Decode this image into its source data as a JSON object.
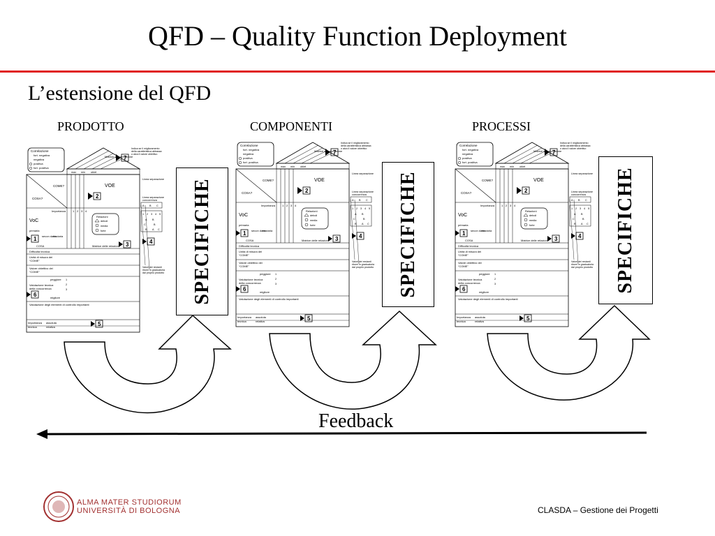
{
  "slide": {
    "title": "QFD – Quality Function Deployment",
    "subtitle": "L’estensione del QFD",
    "columns": [
      "PRODOTTO",
      "COMPONENTI",
      "PROCESSI"
    ],
    "spec_label": "SPECIFICHE",
    "feedback_label": "Feedback",
    "footer_right": "CLASDA – Gestione dei Progetti",
    "logo_line1": "ALMA MATER STUDIORUM",
    "logo_line2": "UNIVERSITÀ DI BOLOGNA"
  },
  "colors": {
    "accent_rule": "#e0201f",
    "logo": "#a23030",
    "ink": "#000000"
  },
  "qfd_form": {
    "correlation_title": "Correlazione",
    "correlation_legend": [
      "fort. negativa",
      "negativa",
      "positiva",
      "fort. positiva"
    ],
    "matrix_label": "Matrice di correlazione",
    "note_top": [
      "Indica se il miglioramento",
      "della caratteristica abbassa",
      "o alza il valore obiettivo"
    ],
    "max_min_obiet": [
      "max",
      "min",
      "obiet"
    ],
    "come": "COME?",
    "voe": "VOE",
    "cosa": "COSA?",
    "importanza": "Importanza",
    "imp_values": [
      "1",
      "2",
      "3",
      "4"
    ],
    "voc": "VoC",
    "primaria": "primaria",
    "secondaria": "secon daria",
    "terziaria": "terziaria",
    "cosa_label": "COSA",
    "relazioni_title": "Relazioni",
    "relazioni": [
      "deboli",
      "media",
      "forte"
    ],
    "linea_separazione": [
      "Linea separazione",
      "concorrenza"
    ],
    "scale_values": [
      "1",
      "2",
      "3",
      "4",
      "5"
    ],
    "abc": [
      "A",
      "B",
      "C"
    ],
    "matrice_relazioni": "Matrice delle relazioni",
    "difficolta": "Difficoltà tecnica",
    "unita_misura": [
      "Unità di misura dei",
      "“COME”"
    ],
    "valore_obiettivo": [
      "Valore obiettivo dei",
      "“COME”"
    ],
    "peggiore": "peggiore",
    "migliore": "migliore",
    "valutazione": [
      "Valutazione tecnica",
      "della concorrenza"
    ],
    "valutazione_elementi": "Valutazione degli elementi di controllo importanti",
    "importanza_tecnica": [
      "Importanza",
      "tecnica"
    ],
    "assoluta": [
      "assoluta",
      "relativa"
    ],
    "valori_note": [
      "Valori dei restanti",
      "ritorni in graduatoria",
      "dal proprio prodotto"
    ],
    "step_numbers": [
      "1",
      "2",
      "3",
      "4",
      "5",
      "6",
      "7"
    ]
  }
}
